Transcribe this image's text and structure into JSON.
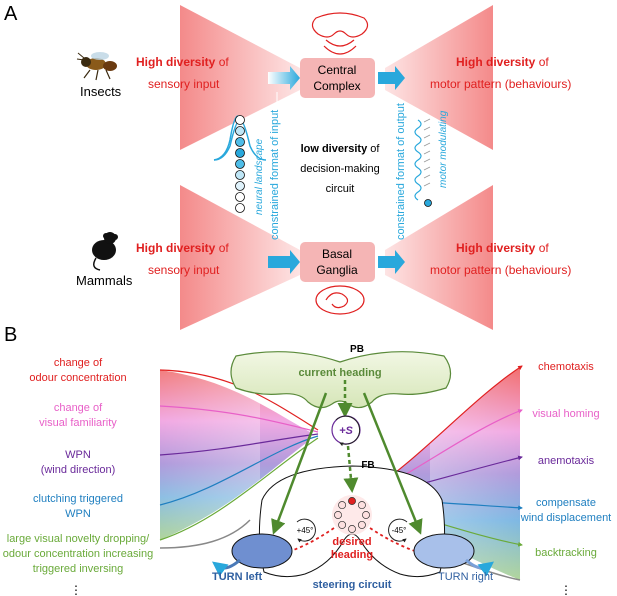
{
  "panelA": {
    "label": "A",
    "insects": "Insects",
    "mammals": "Mammals",
    "top_input_bold": "High diversity",
    "top_input_rest": " of",
    "top_input_line2": "sensory input",
    "bottom_input_bold": "High diversity",
    "bottom_input_rest": " of",
    "bottom_input_line2": "sensory input",
    "top_output_bold": "High diversity",
    "top_output_rest": " of",
    "top_output_line2": "motor pattern (behaviours)",
    "bottom_output_bold": "High diversity",
    "bottom_output_rest": " of",
    "bottom_output_line2": "motor pattern (behaviours)",
    "central_complex_1": "Central",
    "central_complex_2": "Complex",
    "basal_ganglia_1": "Basal",
    "basal_ganglia_2": "Ganglia",
    "center_bold": "low diversity",
    "center_rest": " of",
    "center_line2": "decision-making",
    "center_line3": "circuit",
    "constrained_input": "constrained format of input",
    "constrained_output": "constrained format of output",
    "neural_landscape": "neural landscape",
    "motor_modulating": "motor modulating"
  },
  "panelB": {
    "label": "B",
    "pb": "PB",
    "fb": "FB",
    "current_heading": "current heading",
    "plus_s": "+S",
    "desired_heading_1": "desired",
    "desired_heading_2": "heading",
    "plus45": "+45°",
    "minus45": "-45°",
    "turn_left": "TURN left",
    "turn_right": "TURN right",
    "steering_circuit": "steering circuit",
    "left_ellipsis": "⋮",
    "right_ellipsis": "⋮",
    "inputs": [
      {
        "line1": "change of",
        "line2": "odour concentration",
        "color": "#e02020"
      },
      {
        "line1": "change of",
        "line2": "visual familiarity",
        "color": "#e860c8"
      },
      {
        "line1": "WPN",
        "line2": "(wind direction)",
        "color": "#6a2a9a"
      },
      {
        "line1": "clutching triggered",
        "line2": "WPN",
        "color": "#1f7fc0"
      },
      {
        "line1": "large visual novelty dropping/",
        "line2": "odour concentration increasing",
        "line3": "triggered inversing",
        "color": "#6aaa3a"
      }
    ],
    "outputs": [
      {
        "line1": "chemotaxis",
        "color": "#e02020"
      },
      {
        "line1": "visual homing",
        "color": "#e860c8"
      },
      {
        "line1": "anemotaxis",
        "color": "#6a2a9a"
      },
      {
        "line1": "compensate",
        "line2": "wind displacement",
        "color": "#1f7fc0"
      },
      {
        "line1": "backtracking",
        "color": "#6aaa3a"
      }
    ]
  },
  "colors": {
    "red": "#e02020",
    "cyan": "#29a8dc",
    "green": "#5a8a3a",
    "pink_box": "#f5b5b5",
    "blue_ellipse": "#6f8fd0"
  }
}
